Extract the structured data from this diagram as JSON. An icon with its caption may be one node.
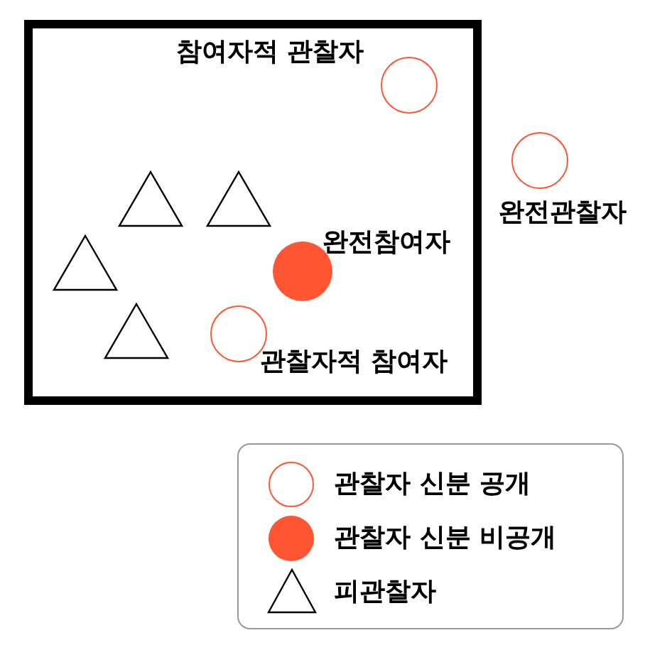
{
  "diagram": {
    "nodes": [
      {
        "text": [],
        "shape": "box"
      },
      {
        "text": [],
        "shape": "circle",
        "in": 0,
        "beside": [
          "참여자적 관찰자"
        ]
      },
      {
        "text": [],
        "shape": "triangle",
        "in": 0
      },
      {
        "text": [],
        "shape": "triangle",
        "in": 0
      },
      {
        "text": [],
        "shape": "triangle",
        "in": 0
      },
      {
        "text": [],
        "shape": "disc",
        "in": 0,
        "beside": [
          "완전참여자"
        ]
      },
      {
        "text": [],
        "shape": "triangle",
        "in": 0
      },
      {
        "text": [],
        "shape": "circle",
        "in": 0,
        "beside": [
          "관찰자적 참여자"
        ]
      },
      {
        "text": [],
        "shape": "circle",
        "beside": [
          "완전관찰자"
        ]
      }
    ],
    "legend": [
      {
        "text": "관찰자 신분 공개"
      },
      {
        "text": "관찰자 신분 비공개",
        "color": "#ff5533"
      },
      {
        "text": "피관찰자"
      }
    ]
  }
}
